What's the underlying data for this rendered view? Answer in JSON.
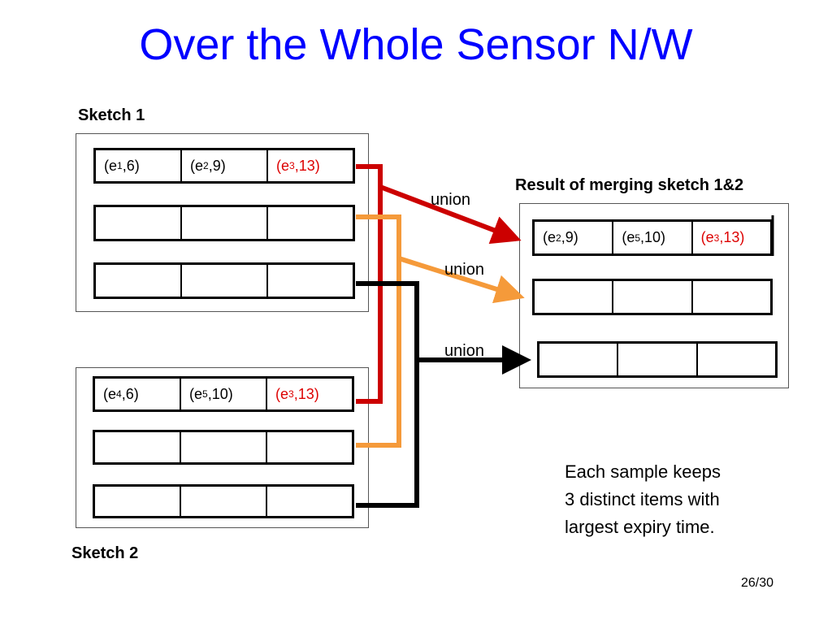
{
  "title": "Over the Whole Sensor N/W",
  "sketch1": {
    "label": "Sketch 1",
    "rows": [
      [
        {
          "e": "e",
          "sub": "1",
          "val": ",6)"
        },
        {
          "e": "e",
          "sub": "2",
          "val": ",9)"
        },
        {
          "e": "e",
          "sub": "3",
          "val": ",13)"
        }
      ]
    ]
  },
  "sketch2": {
    "label": "Sketch 2",
    "rows": [
      [
        {
          "e": "e",
          "sub": "4",
          "val": ",6)"
        },
        {
          "e": "e",
          "sub": "5",
          "val": ",10)"
        },
        {
          "e": "e",
          "sub": "3",
          "val": ",13)"
        }
      ]
    ]
  },
  "result": {
    "label": "Result of merging sketch 1&2",
    "rows": [
      [
        {
          "e": "e",
          "sub": "2",
          "val": ",9)"
        },
        {
          "e": "e",
          "sub": "5",
          "val": ",10)"
        },
        {
          "e": "e",
          "sub": "3",
          "val": ",13)"
        }
      ]
    ]
  },
  "union_label": "union",
  "note": [
    "Each sample keeps",
    "3 distinct items with",
    "largest expiry time."
  ],
  "page_number": "26/30",
  "colors": {
    "title": "#0000ff",
    "highlight_text": "#dd0000",
    "arrow_red": "#cc0000",
    "arrow_orange": "#f59a3a",
    "arrow_black": "#000000"
  }
}
